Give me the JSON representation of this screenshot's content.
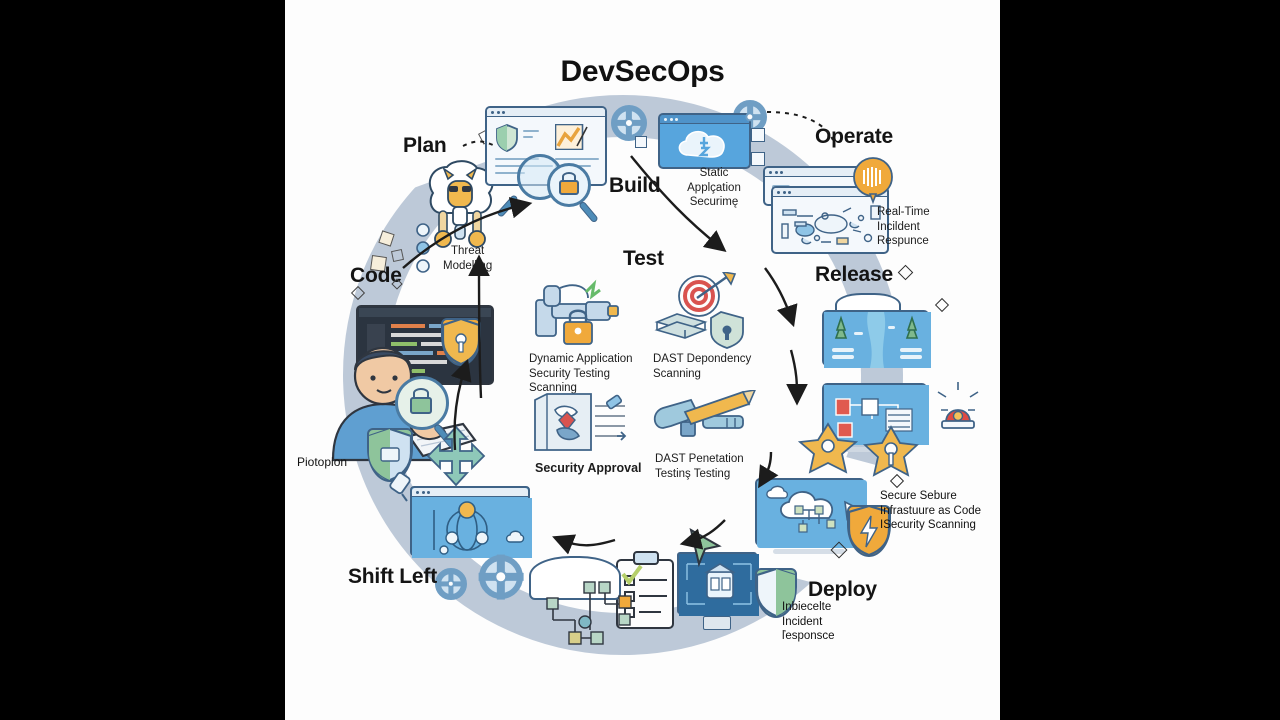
{
  "image": {
    "title": "DevSecOps",
    "kind": "devsecops-lifecycle-infographic",
    "background_color": "#fdfdfd",
    "letterbox_color": "#000000",
    "ring_color": "#b9c6d6",
    "accent_orange": "#f0a93b",
    "accent_blue": "#57a5dd",
    "accent_green": "#8ec49b",
    "accent_red": "#d9534f"
  },
  "stages": [
    {
      "id": "plan",
      "label": "Plan",
      "caption": "Threat\nModelling"
    },
    {
      "id": "build",
      "label": "Build",
      "caption": "Static\nApplçation\nSecurimę"
    },
    {
      "id": "test",
      "label": "Test",
      "caption": ""
    },
    {
      "id": "operate",
      "label": "Operate",
      "caption": "Real-Time\nIncildent\nRespunce"
    },
    {
      "id": "release",
      "label": "Release",
      "caption": ""
    },
    {
      "id": "deploy",
      "label": "Deploy",
      "caption": "Secure Sebure\nInfrastuure as Code\nISecurity Scanning"
    },
    {
      "id": "incident",
      "label": "",
      "caption": "Inbiecelte\nIncident\nľesponsce"
    },
    {
      "id": "shiftleft",
      "label": "Shift Left",
      "caption": ""
    },
    {
      "id": "code",
      "label": "Code",
      "caption": "Piotopion"
    }
  ],
  "test_items": [
    {
      "id": "dast-robot",
      "label": "Dynamic Application\nSecurity Testing\nScanning"
    },
    {
      "id": "dependency",
      "label": "DAST Depondency\nScanning"
    },
    {
      "id": "approval",
      "label": "Security Approval"
    },
    {
      "id": "pentest",
      "label": "DAST Penetation\nTestinş Testing"
    }
  ],
  "icons": {
    "gear": "gear-icon",
    "shield": "shield-icon",
    "lock": "lock-icon",
    "magnifier": "magnifier-icon",
    "cloud": "cloud-icon",
    "lightbulb": "lightbulb-icon",
    "siren": "siren-icon",
    "clipboard": "clipboard-icon",
    "target": "target-icon",
    "robot": "robot-arm-icon",
    "developer": "developer-illustration",
    "llama": "llama-illustration",
    "cursor": "cursor-icon",
    "lightning": "lightning-bolt-icon",
    "key": "key-icon"
  }
}
